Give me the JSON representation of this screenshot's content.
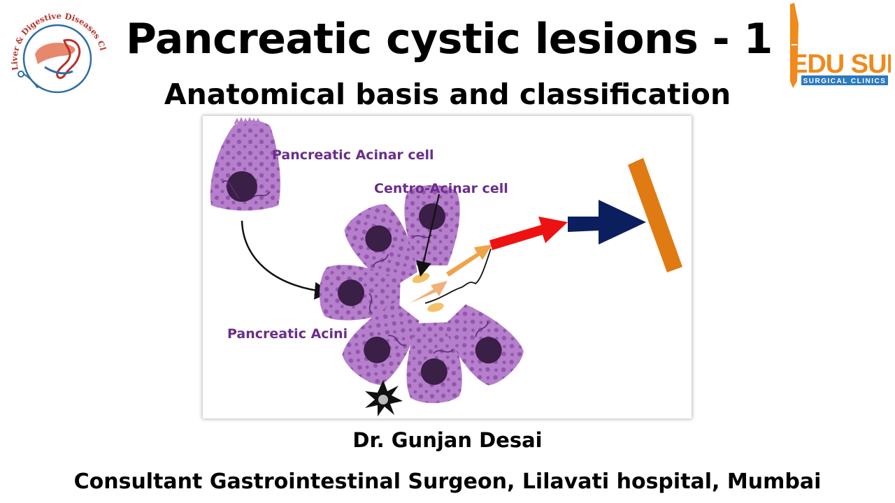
{
  "header": {
    "title": "Pancreatic cystic lesions - 1",
    "subtitle": "Anatomical basis and classification"
  },
  "logos": {
    "clinic": {
      "name": "clinic-logo",
      "text": "Liver & Digestive Diseases Clinic"
    },
    "edusurg": {
      "name": "edusurg-logo",
      "text_main": "EDU SURG",
      "text_sub": "SURGICAL CLINICS"
    }
  },
  "figure": {
    "labels": {
      "acinar_cell": "Pancreatic Acinar cell",
      "centro_acinar_cell": "Centro-Acinar cell",
      "acini": "Pancreatic Acini"
    },
    "colors": {
      "cell_fill": "#b57fcc",
      "nucleus": "#3a1f47",
      "label": "#6a2d8a",
      "arrow_orange_light": "#f0a24a",
      "arrow_red": "#ee1111",
      "arrow_navy": "#0b1e5e",
      "bar_orange": "#e07a12"
    }
  },
  "footer": {
    "author": "Dr. Gunjan Desai",
    "affiliation": "Consultant Gastrointestinal Surgeon, Lilavati hospital, Mumbai"
  }
}
